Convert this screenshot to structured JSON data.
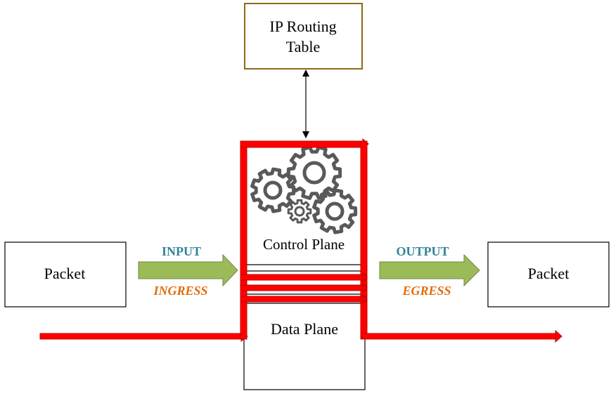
{
  "diagram": {
    "routing_table": {
      "line1": "IP Routing",
      "line2": "Table"
    },
    "control_plane_label": "Control Plane",
    "data_plane_label": "Data Plane",
    "left_packet_label": "Packet",
    "right_packet_label": "Packet",
    "input_label": "INPUT",
    "ingress_label": "INGRESS",
    "output_label": "OUTPUT",
    "egress_label": "EGRESS"
  },
  "colors": {
    "path_red": "#ff0000",
    "arrow_green": "#9bbb59",
    "arrow_green_border": "#71893f",
    "label_blue": "#31849b",
    "label_orange": "#e36c09",
    "routing_border": "#8b6914",
    "gear_gray": "#595959"
  },
  "icons": {
    "gears": "gears-icon"
  }
}
